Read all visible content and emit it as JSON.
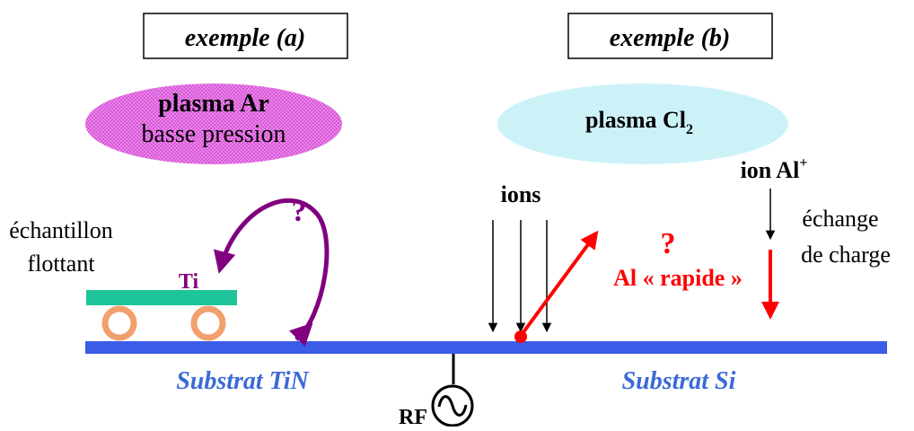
{
  "example_a": {
    "box_label": "exemple (a)",
    "plasma_title": "plasma Ar",
    "plasma_subtitle": "basse pression",
    "sample_label_line1": "échantillon",
    "sample_label_line2": "flottant",
    "element_label": "Ti",
    "question_mark": "?",
    "substrate_label": "Substrat TiN"
  },
  "example_b": {
    "box_label": "exemple (b)",
    "plasma_title": "plasma Cl",
    "plasma_subscript": "2",
    "ions_label": "ions",
    "ion_al_label": "ion Al",
    "ion_al_superscript": "+",
    "charge_exchange_line1": "échange",
    "charge_exchange_line2": "de charge",
    "question_mark": "?",
    "fast_al_label": "Al « rapide »",
    "substrate_label": "Substrat Si"
  },
  "rf_label": "RF",
  "colors": {
    "ellipse_a_fill": "#ee82ee",
    "ellipse_b_fill": "#ccf2f8",
    "substrate": "#3a5ce6",
    "sample_plate": "#1fc59a",
    "wheel": "#f2a06e",
    "purple": "#800080",
    "red": "#ff0000",
    "substrate_text": "#3b6ad6"
  },
  "icons": {
    "rf_source": "ac-source-icon"
  }
}
